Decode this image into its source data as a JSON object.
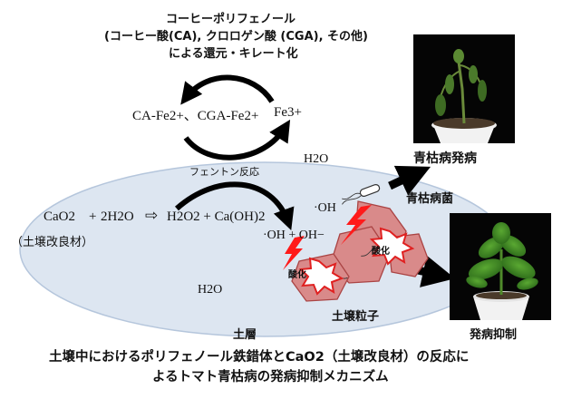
{
  "top_label": {
    "line1": "コーヒーポリフェノール",
    "line2": "(コーヒー酸(CA), クロロゲン酸 (CGA), その他)",
    "line3": "による還元・キレート化"
  },
  "cycle": {
    "left_species": "CA-Fe2+、CGA-Fe2+",
    "right_species": "Fe3+"
  },
  "reaction": {
    "fenton_label": "フェントン反応",
    "reactant_cao2": "CaO2",
    "plus1": "+",
    "reactant_h2o": "2H2O",
    "arrow": "⇨",
    "products": "H2O2 + Ca(OH)2",
    "soil_amendment_note": "（土壌改良材）",
    "radicals": "·OH + OH−",
    "oh_radical": "·OH"
  },
  "water_labels": [
    "H2O",
    "H2O"
  ],
  "labels": {
    "bacterial_wilt_onset": "青枯病発病",
    "pathogen": "青枯病菌",
    "oxidation": "酸化",
    "soil_particle": "土壌粒子",
    "soil_layer": "土層",
    "suppression": "発病抑制"
  },
  "caption": {
    "line1": "土壌中におけるポリフェノール鉄錯体とCaO2（土壌改良材）の反応に",
    "line2": "よるトマト青枯病の発病抑制メカニズム"
  },
  "colors": {
    "ellipse_fill": "#dde6f1",
    "ellipse_stroke": "#b5c6dc",
    "particle_fill": "#d98a8a",
    "particle_stroke": "#a44",
    "explosion_red": "#e02020",
    "bolt_red": "#ff1a1a"
  }
}
